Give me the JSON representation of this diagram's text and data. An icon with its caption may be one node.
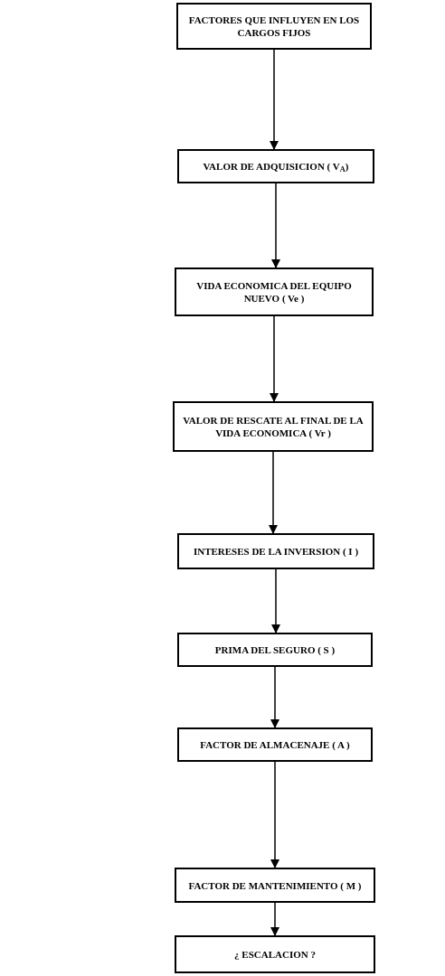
{
  "diagram": {
    "nodes": [
      {
        "text": [
          "FACTORES QUE INFLUYEN EN LOS CARGOS FIJOS"
        ]
      },
      {
        "text": [
          "VALOR DE ADQUISICION ( V$_{A}$)"
        ]
      },
      {
        "text": [
          "VIDA ECONOMICA DEL EQUIPO NUEVO ( Ve )"
        ]
      },
      {
        "text": [
          "VALOR DE RESCATE AL FINAL DE LA VIDA ECONOMICA ( Vr )"
        ]
      },
      {
        "text": [
          "INTERESES DE LA INVERSION ( I )"
        ]
      },
      {
        "text": [
          "PRIMA DEL SEGURO ( S )"
        ]
      },
      {
        "text": [
          "FACTOR DE ALMACENAJE ( A )"
        ]
      },
      {
        "text": [
          "FACTOR DE MANTENIMIENTO ( M )"
        ]
      },
      {
        "text": [
          "¿ ESCALACION ?"
        ]
      }
    ],
    "edges": [
      {
        "from": 0,
        "to": 1,
        "arrow": "to"
      },
      {
        "from": 1,
        "to": 2,
        "arrow": "to"
      },
      {
        "from": 2,
        "to": 3,
        "arrow": "to"
      },
      {
        "from": 3,
        "to": 4,
        "arrow": "to"
      },
      {
        "from": 4,
        "to": 5,
        "arrow": "to"
      },
      {
        "from": 5,
        "to": 6,
        "arrow": "to"
      },
      {
        "from": 6,
        "to": 7,
        "arrow": "to"
      },
      {
        "from": 7,
        "to": 8,
        "arrow": "to"
      }
    ]
  }
}
